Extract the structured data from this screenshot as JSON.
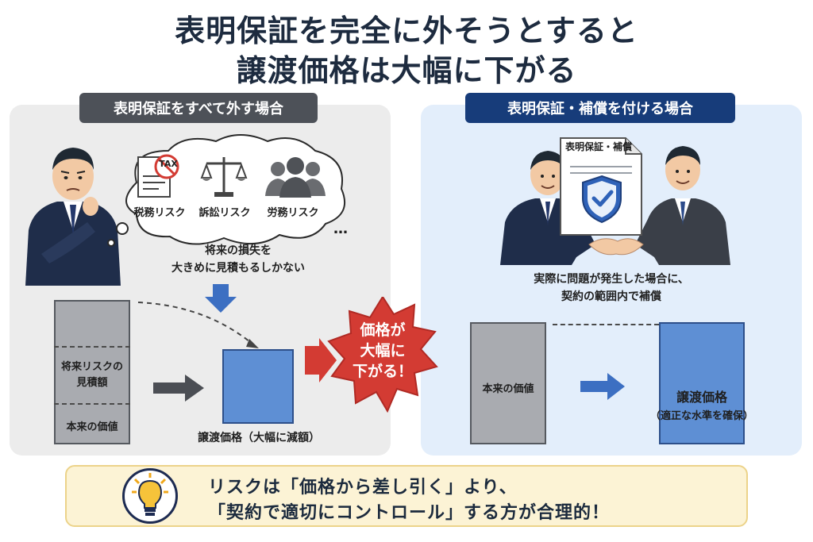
{
  "title": {
    "line1": "表明保証を完全に外そうとすると",
    "line2": "譲渡価格は大幅に下がる"
  },
  "left": {
    "header": "表明保証をすべて外す場合",
    "risks": [
      "税務リスク",
      "訴訟リスク",
      "労務リスク"
    ],
    "tax_label": "TAX",
    "ellipsis": "…",
    "note_line1": "将来の損失を",
    "note_line2": "大きめに見積もるしかない",
    "bar_top_line1": "将来リスクの",
    "bar_top_line2": "見積額",
    "bar_bottom": "本来の価値",
    "result_label": "譲渡価格（大幅に減額）"
  },
  "burst": {
    "line1": "価格が",
    "line2": "大幅に",
    "line3": "下がる！"
  },
  "right": {
    "header": "表明保証・補償を付ける場合",
    "document_title": "表明保証・補償",
    "note_line1": "実際に問題が発生した場合に、",
    "note_line2": "契約の範囲内で補償",
    "bar_label": "本来の価値",
    "result_line1": "譲渡価格",
    "result_line2": "（適正な水準を確保）"
  },
  "bottom": {
    "line1": "リスクは「価格から差し引く」より、",
    "line2": "「契約で適切にコントロール」する方が合理的！"
  },
  "icons": {
    "worried": "worried-businessman-icon",
    "tax": "tax-document-icon",
    "scales": "scales-icon",
    "workers": "workers-group-icon",
    "handshake": "handshake-businessmen-icon",
    "shield": "shield-check-icon",
    "bulb": "lightbulb-icon"
  },
  "colors": {
    "left_panel": "#ececec",
    "right_panel": "#e3eefb",
    "left_header": "#4d5158",
    "right_header": "#173c7a",
    "gray_bar": "#a9abb0",
    "blue_bar": "#5e8fd4",
    "burst": "#d33b33",
    "bulb_box": "#fcf3d5"
  }
}
